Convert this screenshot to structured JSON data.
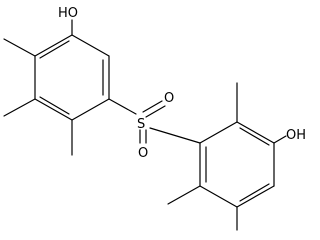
{
  "molecule": {
    "atoms": {
      "oh_top_left": "HO",
      "sulfur": "S",
      "oxygen_upper": "O",
      "oxygen_lower": "O",
      "oh_right": "OH"
    }
  },
  "colors": {
    "background": "#ffffff",
    "ink": "#000000"
  }
}
